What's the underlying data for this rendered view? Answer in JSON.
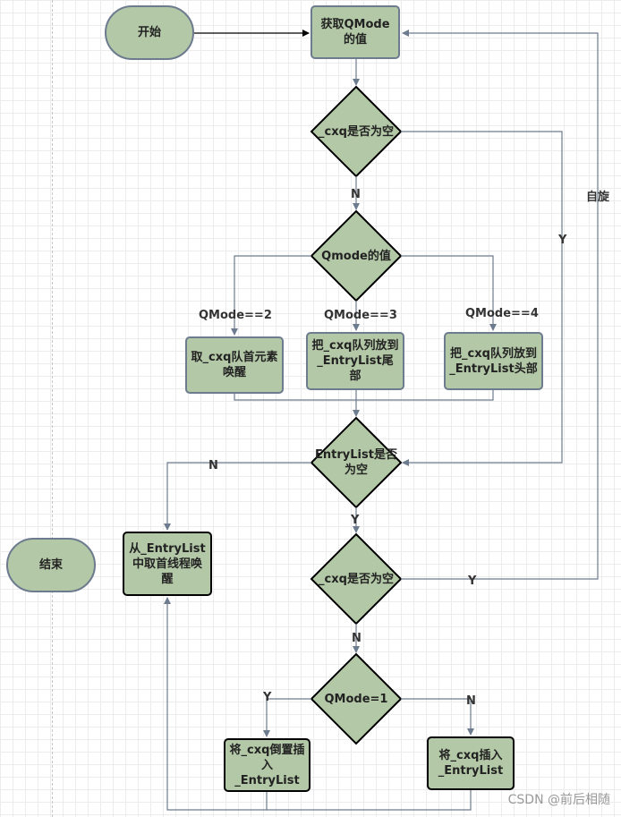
{
  "nodes": {
    "start": "开始",
    "get_qmode": "获取QMode的值",
    "cxq_empty_1": "_cxq是否为空",
    "qmode_value": "Qmode的值",
    "take_cxq_head": "取_cxq队首元素唤醒",
    "cxq_to_entrylist_tail": "把_cxq队列放到_EntryList尾部",
    "cxq_to_entrylist_head": "把_cxq队列放到_EntryList头部",
    "entrylist_empty": "EntryList是否为空",
    "wake_from_entrylist": "从_EntryList中取首线程唤醒",
    "end": "结束",
    "cxq_empty_2": "_cxq是否为空",
    "qmode_eq_1": "QMode=1",
    "reverse_insert": "将_cxq倒置插入_EntryList",
    "insert": "将_cxq插入_EntryList"
  },
  "edge_labels": {
    "n1": "N",
    "y1": "Y",
    "spin": "自旋",
    "qmode2": "QMode==2",
    "qmode3": "QMode==3",
    "qmode4": "QMode==4",
    "n2": "N",
    "y2": "Y",
    "y3": "Y",
    "n3": "N",
    "y4": "Y",
    "n4": "N"
  },
  "colors": {
    "node_fill": "#b3c8a6",
    "node_border": "#6d7b8e",
    "edge": "#6d7b8e",
    "arrow_black": "#000000"
  },
  "watermark": "CSDN @前后相随"
}
